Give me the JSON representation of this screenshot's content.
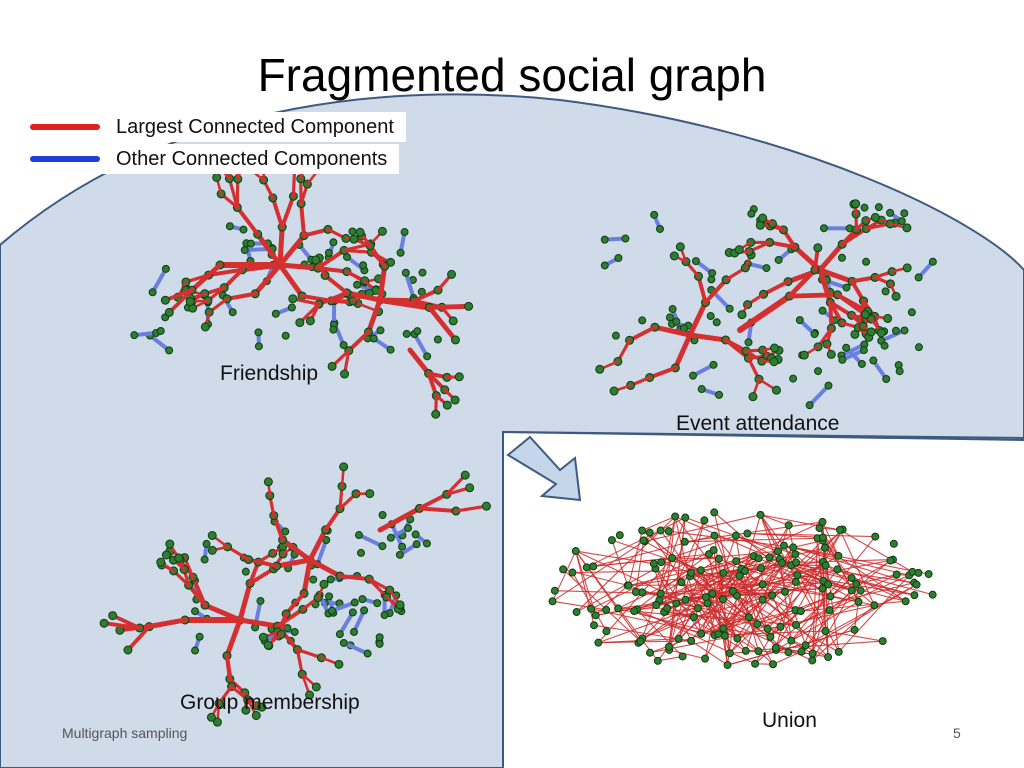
{
  "slide": {
    "title": "Fragmented social graph",
    "legend": [
      {
        "label": "Largest Connected Component",
        "color": "#e0201e"
      },
      {
        "label": "Other Connected Components",
        "color": "#1f3fd6"
      }
    ],
    "panels": {
      "friendship": "Friendship",
      "event": "Event attendance",
      "group": "Group membership",
      "union": "Union"
    },
    "footer_left": "Multigraph sampling",
    "page_number": "5",
    "colors": {
      "ellipse_fill": "#d0dbea",
      "ellipse_stroke": "#3d5a80",
      "node": "#2e7d32",
      "node_stroke": "#0f3d12",
      "lcc_edge": "#d43030",
      "other_edge": "#6a7fe0",
      "union_edge": "#cc2b2b",
      "arrow_fill": "#c5d5ea",
      "arrow_stroke": "#3d5a80"
    }
  }
}
